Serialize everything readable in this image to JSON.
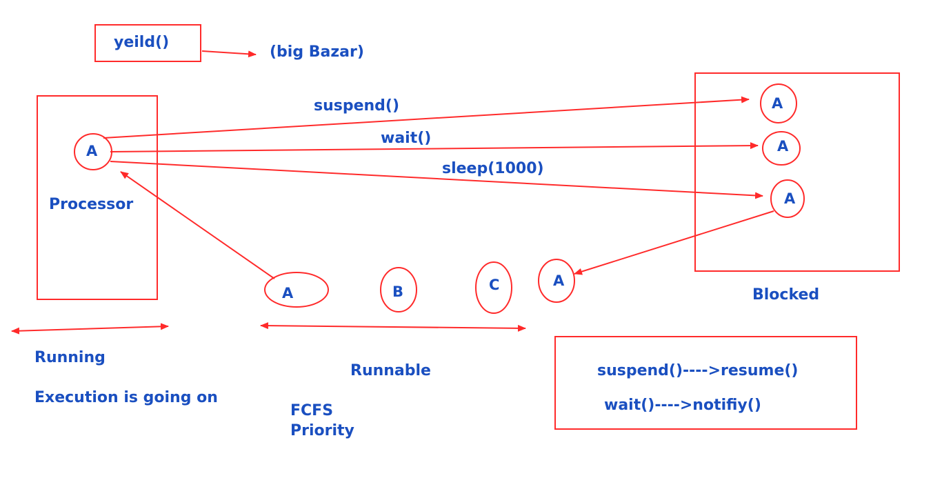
{
  "colors": {
    "stroke": "#ff2a2a",
    "text": "#1a4fc0",
    "background": "#ffffff"
  },
  "labels": {
    "yield_box": "yeild()",
    "big_bazar": "(big Bazar)",
    "suspend": "suspend()",
    "wait": "wait()",
    "sleep": "sleep(1000)",
    "processor": "Processor",
    "running": "Running",
    "execution": "Execution is going on",
    "runnable": "Runnable",
    "fcfs": "FCFS",
    "priority": "Priority",
    "blocked": "Blocked",
    "suspend_resume": "suspend()---->resume()",
    "wait_notify": "wait()---->notifiy()"
  },
  "nodes": {
    "processor_thread": "A",
    "blocked_suspend": "A",
    "blocked_wait": "A",
    "blocked_sleep": "A",
    "released_thread": "A",
    "runnable_a": "A",
    "runnable_b": "B",
    "runnable_c": "C"
  }
}
